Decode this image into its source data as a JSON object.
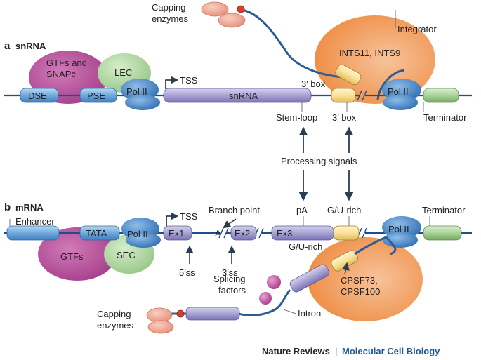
{
  "panels": {
    "a": {
      "letter": "a",
      "title": "snRNA"
    },
    "b": {
      "letter": "b",
      "title": "mRNA"
    }
  },
  "labels": {
    "capping_enzymes_a_1": "Capping",
    "capping_enzymes_a_2": "enzymes",
    "integrator": "Integrator",
    "ints": "INTS11, INTS9",
    "gtfs_snapc_1": "GTFs and",
    "gtfs_snapc_2": "SNAPc",
    "lec": "LEC",
    "tss_a": "TSS",
    "three_box_a": "3′ box",
    "dse": "DSE",
    "pse": "PSE",
    "pol2_a1": "Pol II",
    "snrna_gene": "snRNA",
    "pol2_a2": "Pol II",
    "terminator_a": "Terminator",
    "stem_loop": "Stem-loop",
    "three_box_a2": "3′ box",
    "processing_signals": "Processing signals",
    "tss_b": "TSS",
    "branch_point": "Branch point",
    "pa": "pA",
    "gu_rich_b": "G/U-rich",
    "terminator_b": "Terminator",
    "enhancer": "Enhancer",
    "tata": "TATA",
    "pol2_b1": "Pol II",
    "ex1": "Ex1",
    "a_branch": "A",
    "ex2": "Ex2",
    "ex3": "Ex3",
    "pol2_b2": "Pol II",
    "gtfs_b": "GTFs",
    "sec": "SEC",
    "five_ss": "5′ss",
    "three_ss": "3′ss",
    "gu_rich_b2": "G/U-rich",
    "cpsf_1": "CPSF73,",
    "cpsf_2": "CPSF100",
    "splicing_1": "Splicing",
    "splicing_2": "factors",
    "capping_enzymes_b_1": "Capping",
    "capping_enzymes_b_2": "enzymes",
    "intron": "Intron"
  },
  "credit": {
    "publisher": "Nature Reviews",
    "separator": "|",
    "journal": "Molecular Cell Biology"
  },
  "colors": {
    "dna": "#1c4f8c",
    "element_blue": "#6fa9dc",
    "pol2": "#3a7cc4",
    "gene_purple": "#a9a3d4",
    "magenta": "#b5479a",
    "green": "#a9d39a",
    "orange": "#f3a060",
    "yellow": "#fbe29a",
    "capping": "#f0a592",
    "splicing": "#c8479a",
    "cap_dot": "#d7412c",
    "journal": "#1c5a96"
  }
}
